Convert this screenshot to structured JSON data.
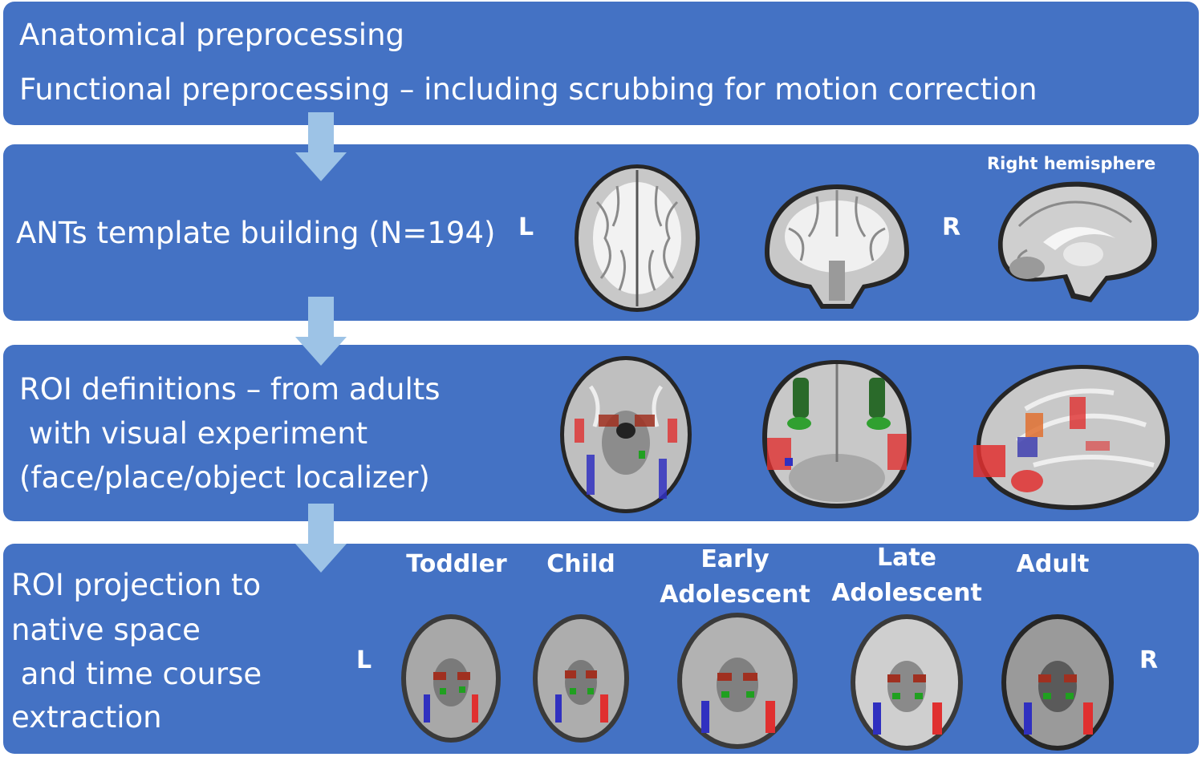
{
  "steps": {
    "anatomical": "Anatomical preprocessing",
    "functional": "Functional preprocessing – including scrubbing for motion correction",
    "template": "ANTs template building (N=194)",
    "roi_def_line1": "ROI definitions – from adults",
    "roi_def_line2": " with visual experiment",
    "roi_def_line3": "(face/place/object localizer)",
    "roi_proj_line1": "ROI projection to",
    "roi_proj_line2": "native space",
    "roi_proj_line3": " and time course",
    "roi_proj_line4": "extraction"
  },
  "labels": {
    "left": "L",
    "right": "R",
    "right_hemisphere": "Right hemisphere"
  },
  "age_groups": [
    "Toddler",
    "Child",
    "Early\nAdolescent",
    "Late\nAdolescent",
    "Adult"
  ],
  "colors": {
    "panel": "#4472c4",
    "arrow": "#9dc3e6",
    "roi_face": "#e03030",
    "roi_place": "#3030c0",
    "roi_object": "#20a020",
    "roi_other": "#a03020"
  }
}
